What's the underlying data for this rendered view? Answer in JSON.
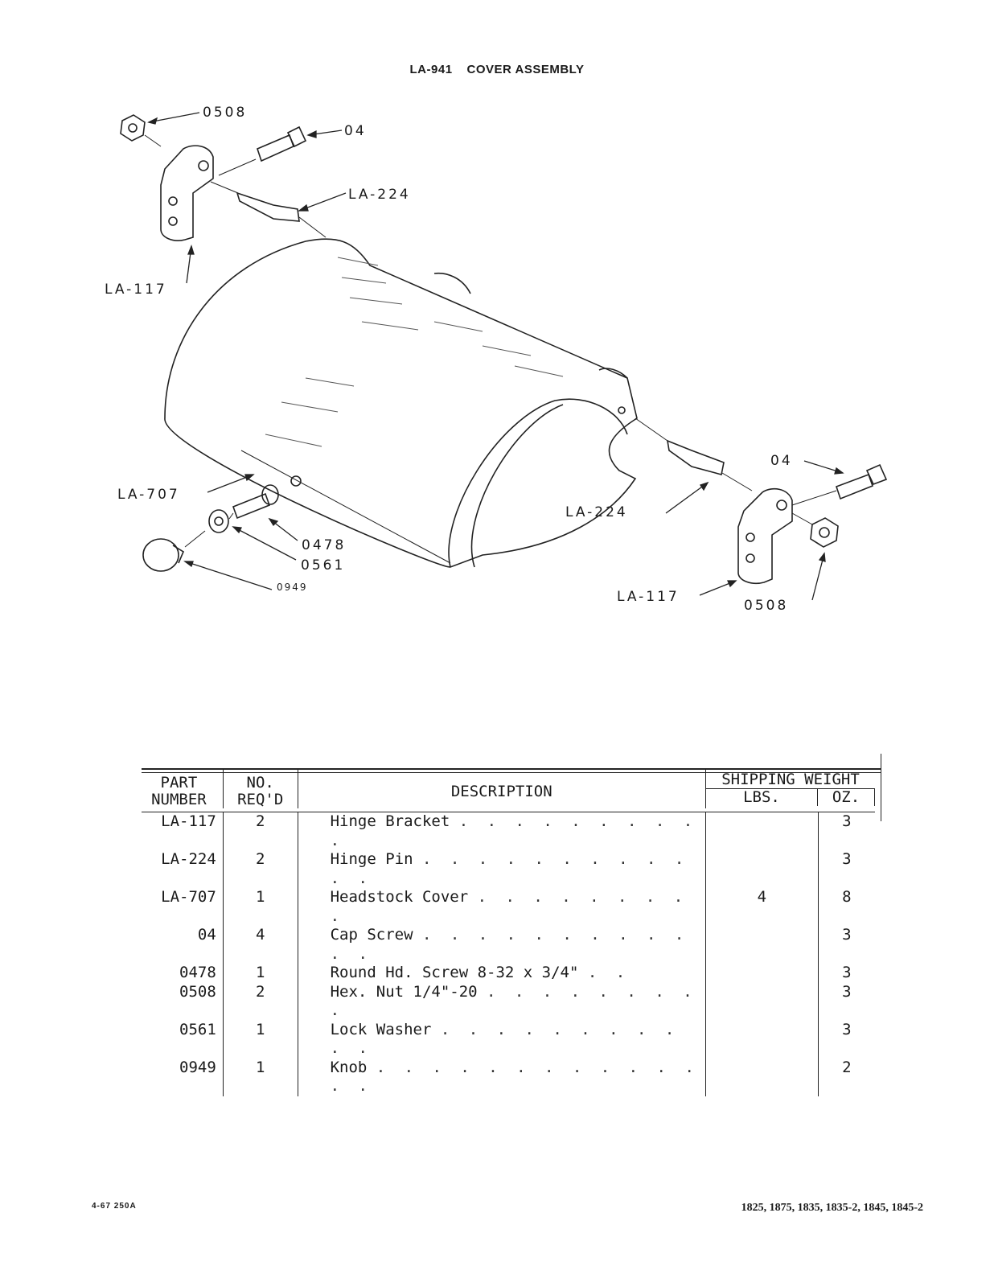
{
  "title": {
    "code": "LA-941",
    "name": "COVER ASSEMBLY"
  },
  "callouts": {
    "nut_top": "0508",
    "screw_top": "04",
    "pin_top": "LA-224",
    "bracket_top": "LA-117",
    "cover": "LA-707",
    "cap_screw": "0478",
    "lock_washer": "0561",
    "knob": "0949",
    "screw_right": "04",
    "pin_right": "LA-224",
    "bracket_right": "LA-117",
    "nut_right": "0508"
  },
  "table": {
    "headers": {
      "part_line1": "PART",
      "part_line2": "NUMBER",
      "req_line1": "NO.",
      "req_line2": "REQ'D",
      "description": "DESCRIPTION",
      "shipping_weight": "SHIPPING WEIGHT",
      "lbs": "LBS.",
      "oz": "OZ."
    },
    "rows": [
      {
        "part": "LA-117",
        "req": "2",
        "desc": "Hinge Bracket",
        "dots": ". . . . . . . . . .",
        "lbs": "",
        "oz": "3"
      },
      {
        "part": "LA-224",
        "req": "2",
        "desc": "Hinge Pin",
        "dots": ". . . . . . . . . . . .",
        "lbs": "",
        "oz": "3"
      },
      {
        "part": "LA-707",
        "req": "1",
        "desc": "Headstock Cover",
        "dots": ". . . . . . . . .",
        "lbs": "4",
        "oz": "8"
      },
      {
        "part": "04",
        "req": "4",
        "desc": "Cap Screw",
        "dots": ". . . . . . . . . . . .",
        "lbs": "",
        "oz": "3"
      },
      {
        "part": "0478",
        "req": "1",
        "desc": "Round Hd. Screw 8-32 x 3/4\"",
        "dots": ". .",
        "lbs": "",
        "oz": "3"
      },
      {
        "part": "0508",
        "req": "2",
        "desc": "Hex. Nut 1/4\"-20",
        "dots": ". . . . . . . . .",
        "lbs": "",
        "oz": "3"
      },
      {
        "part": "0561",
        "req": "1",
        "desc": "Lock Washer",
        "dots": ". . . . . . . . . . .",
        "lbs": "",
        "oz": "3"
      },
      {
        "part": "0949",
        "req": "1",
        "desc": "Knob",
        "dots": ". . . . . . . . . . . . . .",
        "lbs": "",
        "oz": "2"
      }
    ]
  },
  "footer": {
    "left": "4-67  250A",
    "right": "1825, 1875, 1835, 1835-2, 1845, 1845-2"
  }
}
